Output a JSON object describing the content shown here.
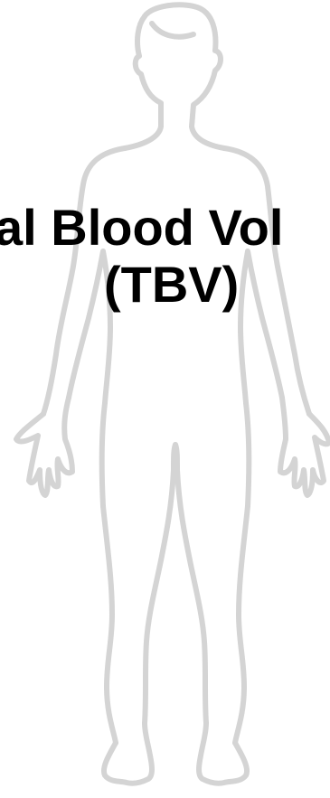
{
  "label": {
    "line1": "al Blood Vol",
    "line2": "(TBV)"
  },
  "figure": {
    "icon": "human-body-outline",
    "outline_color": "#d4d4d4",
    "text_color": "#000000"
  }
}
